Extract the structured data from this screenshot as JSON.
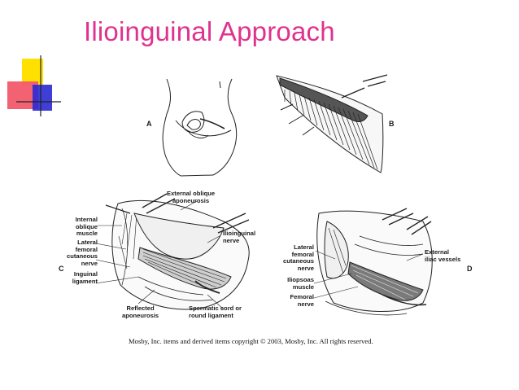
{
  "slide": {
    "title": "Ilioinguinal Approach",
    "colors": {
      "title": "#e0328f",
      "deco_yellow": "#ffe000",
      "deco_red": "#f25a6c",
      "deco_blue": "#2a2ad4"
    }
  },
  "figure": {
    "panel_letters": {
      "a": "A",
      "b": "B",
      "c": "C",
      "d": "D"
    },
    "panel_c": {
      "external_oblique": "External oblique\naponeurosis",
      "internal_oblique": "Internal\noblique\nmuscle",
      "lateral_femoral": "Lateral\nfemoral\ncutaneous\nnerve",
      "inguinal_ligament": "Inguinal\nligament",
      "ilioinguinal_nerve": "Ilioinguinal\nnerve",
      "reflected_aponeurosis": "Reflected\naponeurosis",
      "spermatic_cord": "Spermatic cord or\nround ligament"
    },
    "panel_d": {
      "lateral_femoral": "Lateral\nfemoral\ncutaneous\nnerve",
      "iliopsoas": "Iliopsoas\nmuscle",
      "femoral_nerve": "Femoral\nnerve",
      "external_iliac": "External\niliac vessels"
    },
    "copyright": "Mosby, Inc. items and derived items copyright © 2003, Mosby, Inc. All rights reserved."
  }
}
